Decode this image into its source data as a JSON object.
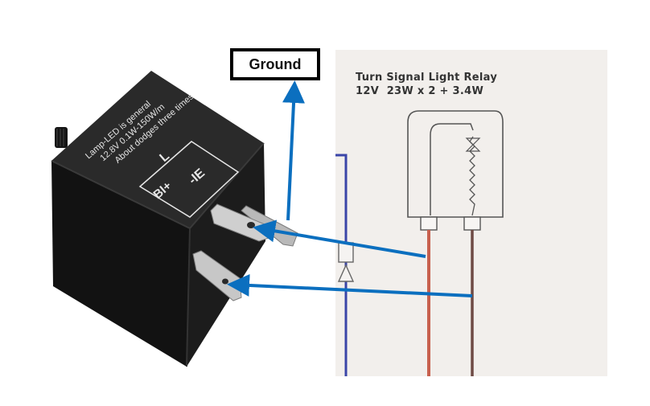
{
  "labels": {
    "ground": "Ground"
  },
  "relay": {
    "top_text_lines": [
      "Lamp-LED is general",
      "12.8V 0.1W-150W/m",
      "About dodges three times"
    ],
    "terminal_L": "L",
    "terminal_E": "-IE",
    "terminal_B": "BI+"
  },
  "schematic": {
    "title_line1": "Turn Signal Light Relay",
    "title_line2": "12V  23W x 2 + 3.4W"
  },
  "colors": {
    "arrow": "#0b6fbf",
    "relay_body": "#1a1a1a",
    "wire_red": "#c8604e",
    "wire_brown": "#6e4a44",
    "wire_blue": "#3a45a8",
    "schematic_bg": "#f2efec"
  }
}
